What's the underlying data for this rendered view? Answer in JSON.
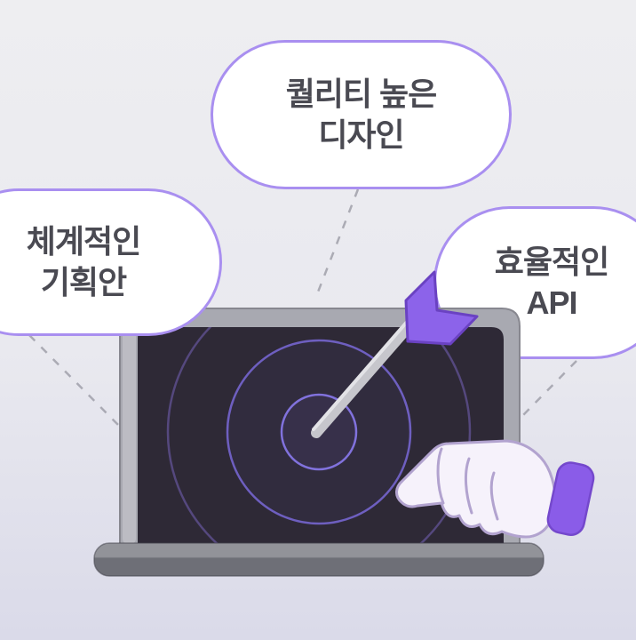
{
  "scene": {
    "bubbles": {
      "top": {
        "lines": [
          "퀄리티 높은",
          "디자인"
        ]
      },
      "left": {
        "lines": [
          "체계적인",
          "기획안"
        ]
      },
      "right": {
        "lines": [
          "효율적인",
          "API"
        ]
      }
    },
    "figures": {
      "laptop": "laptop-with-target-screen",
      "target": "concentric-rings-bullseye",
      "dart": "dart-arrow-in-bullseye",
      "hand": "pointing-hand-with-cuff",
      "ring_count": 3
    },
    "colors": {
      "background_top": "#eeeef1",
      "background_bottom": "#dadae9",
      "bubble_fill": "#ffffff",
      "bubble_border": "#a98ff0",
      "bubble_text": "#4a4a52",
      "connector_dash": "#9c9ca6",
      "laptop_frame": "#a8a9b1",
      "laptop_frame_light": "#bfc0c7",
      "laptop_frame_stroke": "#87878f",
      "laptop_screen": "#2e2936",
      "laptop_base_top": "#929399",
      "laptop_base_bottom": "#6e6f77",
      "target_ring_inner": "#8172dd",
      "target_ring_mid": "#6e5fc0",
      "target_ring_outer": "#55487e",
      "dart_shaft": "#c6c6cc",
      "dart_shaft_highlight": "#e3e3e7",
      "dart_flag": "#8c63ea",
      "dart_flag_outline": "#6a42c2",
      "hand_fill": "#f6f2fb",
      "hand_outline": "#b2a3cf",
      "cuff_fill": "#8a5ce8",
      "cuff_outline": "#7448cc"
    }
  }
}
